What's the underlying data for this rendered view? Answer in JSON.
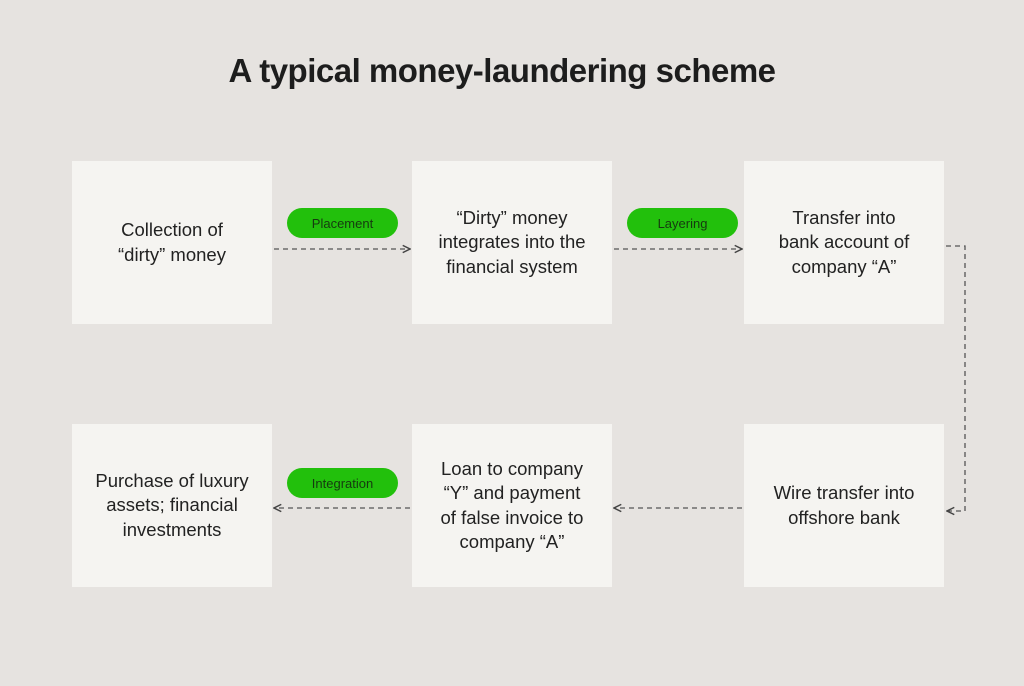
{
  "title": "A typical money-laundering scheme",
  "colors": {
    "background": "#e6e3e0",
    "box": "#f5f4f1",
    "pill": "#22c00c",
    "connector": "#444444"
  },
  "nodes": [
    {
      "id": "n1",
      "text": "Collection of\n“dirty” money"
    },
    {
      "id": "n2",
      "text": "“Dirty” money\nintegrates into the\nfinancial system"
    },
    {
      "id": "n3",
      "text": "Transfer into\nbank account of\ncompany “A”"
    },
    {
      "id": "n4",
      "text": "Wire transfer into\noffshore bank"
    },
    {
      "id": "n5",
      "text": "Loan to company\n“Y” and payment\nof false invoice to\ncompany “A”"
    },
    {
      "id": "n6",
      "text": "Purchase of luxury\nassets; financial\ninvestments"
    }
  ],
  "stages": [
    {
      "label": "Placement",
      "between": [
        "n1",
        "n2"
      ]
    },
    {
      "label": "Layering",
      "between": [
        "n2",
        "n3"
      ]
    },
    {
      "label": "Integration",
      "between": [
        "n5",
        "n6"
      ]
    }
  ],
  "edges": [
    {
      "from": "n1",
      "to": "n2",
      "style": "dashed"
    },
    {
      "from": "n2",
      "to": "n3",
      "style": "dashed"
    },
    {
      "from": "n3",
      "to": "n4",
      "style": "dashed"
    },
    {
      "from": "n4",
      "to": "n5",
      "style": "dashed"
    },
    {
      "from": "n5",
      "to": "n6",
      "style": "dashed"
    }
  ]
}
